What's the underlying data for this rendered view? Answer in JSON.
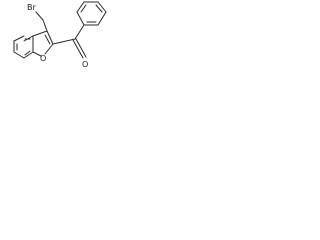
{
  "molecule": {
    "atoms": {
      "bromine": "Br",
      "furan_oxygen": "O",
      "carbonyl_oxygen": "O"
    },
    "colors": {
      "bond": "#2a2a2a",
      "label": "#1a1a1a",
      "background": "#ffffff"
    }
  }
}
